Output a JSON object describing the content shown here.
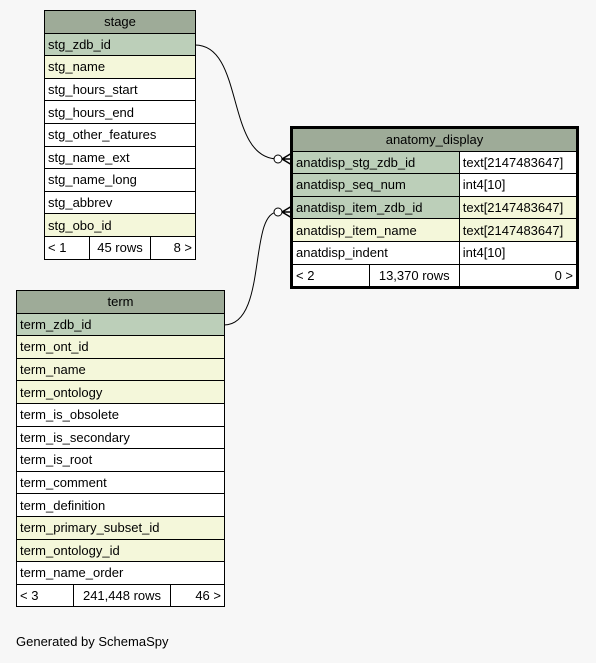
{
  "stage": {
    "title": "stage",
    "columns": [
      {
        "name": "stg_zdb_id",
        "kind": "pk"
      },
      {
        "name": "stg_name",
        "kind": "fk"
      },
      {
        "name": "stg_hours_start",
        "kind": "plain"
      },
      {
        "name": "stg_hours_end",
        "kind": "plain"
      },
      {
        "name": "stg_other_features",
        "kind": "plain"
      },
      {
        "name": "stg_name_ext",
        "kind": "plain"
      },
      {
        "name": "stg_name_long",
        "kind": "plain"
      },
      {
        "name": "stg_abbrev",
        "kind": "plain"
      },
      {
        "name": "stg_obo_id",
        "kind": "fk"
      }
    ],
    "footer": {
      "parents": "< 1",
      "rows": "45 rows",
      "children": "8 >"
    }
  },
  "anatomy_display": {
    "title": "anatomy_display",
    "columns": [
      {
        "name": "anatdisp_stg_zdb_id",
        "type": "text[2147483647]",
        "kind": "pk"
      },
      {
        "name": "anatdisp_seq_num",
        "type": "int4[10]",
        "kind": "pk"
      },
      {
        "name": "anatdisp_item_zdb_id",
        "type": "text[2147483647]",
        "kind": "pk"
      },
      {
        "name": "anatdisp_item_name",
        "type": "text[2147483647]",
        "kind": "fk"
      },
      {
        "name": "anatdisp_indent",
        "type": "int4[10]",
        "kind": "plain"
      }
    ],
    "footer": {
      "parents": "< 2",
      "rows": "13,370 rows",
      "children": "0 >"
    }
  },
  "term": {
    "title": "term",
    "columns": [
      {
        "name": "term_zdb_id",
        "kind": "pk"
      },
      {
        "name": "term_ont_id",
        "kind": "fk"
      },
      {
        "name": "term_name",
        "kind": "fk"
      },
      {
        "name": "term_ontology",
        "kind": "fk"
      },
      {
        "name": "term_is_obsolete",
        "kind": "plain"
      },
      {
        "name": "term_is_secondary",
        "kind": "plain"
      },
      {
        "name": "term_is_root",
        "kind": "plain"
      },
      {
        "name": "term_comment",
        "kind": "plain"
      },
      {
        "name": "term_definition",
        "kind": "plain"
      },
      {
        "name": "term_primary_subset_id",
        "kind": "fk"
      },
      {
        "name": "term_ontology_id",
        "kind": "fk"
      },
      {
        "name": "term_name_order",
        "kind": "plain"
      }
    ],
    "footer": {
      "parents": "< 3",
      "rows": "241,448 rows",
      "children": "46 >"
    }
  },
  "colors": {
    "header": "#9eab98",
    "primary_key": "#bccfb9",
    "indexed": "#f4f7da",
    "background": "#f7f7f7"
  },
  "footer_text": "Generated by SchemaSpy"
}
